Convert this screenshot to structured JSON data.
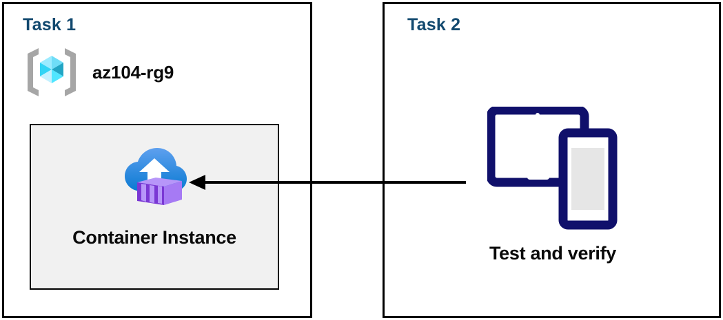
{
  "diagram": {
    "background": "#ffffff",
    "panels": [
      {
        "id": "task1",
        "title": "Task 1",
        "title_color": "#12496F",
        "border_color": "#000000",
        "resource_group": {
          "icon": "azure-resource-group-icon",
          "label": "az104-rg9",
          "icon_colors": {
            "bracket": "#a6a6a6",
            "cube_top": "#9CEBFF",
            "cube_left": "#32D4F5",
            "cube_right": "#32BEDD",
            "cube_bottom_left": "#C3F1FF",
            "cube_bottom_right": "#50E6FF"
          }
        },
        "resource": {
          "icon": "container-instance-icon",
          "label": "Container Instance",
          "box_fill": "#f1f1f1",
          "box_border": "#000000",
          "icon_colors": {
            "cloud_top": "#5EA0EF",
            "cloud_bottom": "#0078D4",
            "arrow": "#ffffff",
            "container_front": "#A67AF4",
            "container_side": "#773ADC",
            "container_top": "#B796F9"
          }
        }
      },
      {
        "id": "task2",
        "title": "Task 2",
        "title_color": "#12496F",
        "border_color": "#000000",
        "resource": {
          "icon": "devices-tablet-phone-icon",
          "label": "Test and verify",
          "icon_colors": {
            "device_stroke": "#10106B",
            "screen_fill": "#ffffff",
            "phone_screen_fill": "#e6e6e6"
          }
        }
      }
    ],
    "connector": {
      "name": "flow-arrow",
      "direction": "right-to-left",
      "color": "#000000",
      "from": "Test and verify",
      "to": "Container Instance"
    }
  }
}
